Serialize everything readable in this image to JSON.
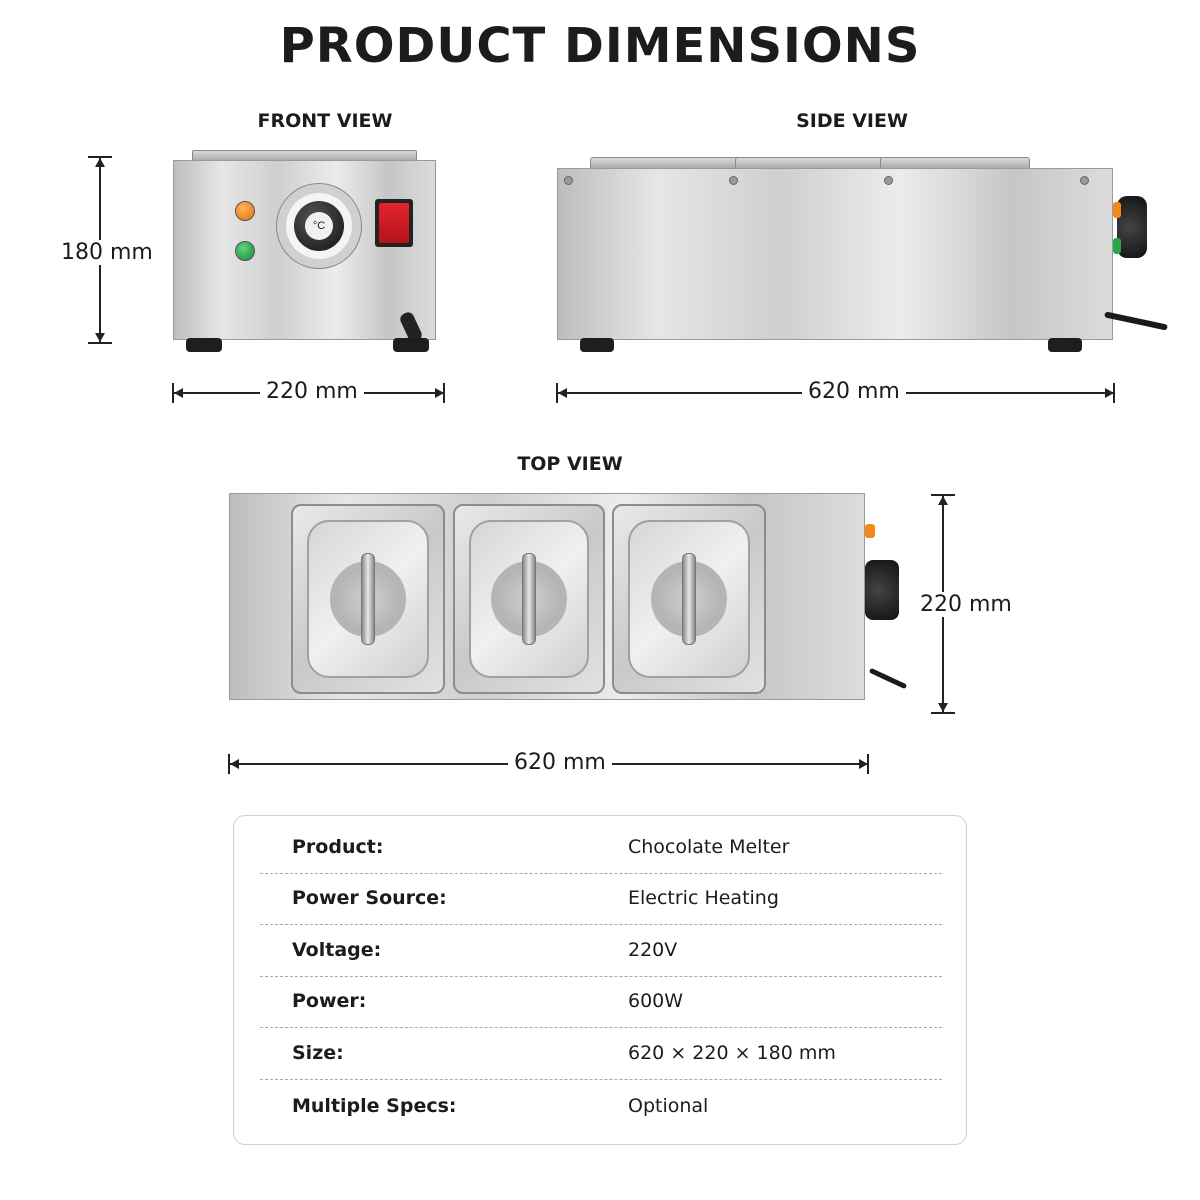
{
  "title": "PRODUCT DIMENSIONS",
  "views": {
    "front": {
      "label": "FRONT VIEW",
      "height": "180 mm",
      "width": "220 mm"
    },
    "side": {
      "label": "SIDE VIEW",
      "width": "620 mm"
    },
    "top": {
      "label": "TOP VIEW",
      "width": "620 mm",
      "depth": "220 mm"
    }
  },
  "dial_unit": "°C",
  "colors": {
    "lamp_orange": "#f08a1c",
    "lamp_green": "#26a84a",
    "switch_red": "#d51c24",
    "steel": "#d4d4d4"
  },
  "specs": [
    {
      "key": "Product:",
      "value": "Chocolate Melter"
    },
    {
      "key": "Power Source:",
      "value": "Electric Heating"
    },
    {
      "key": "Voltage:",
      "value": "220V"
    },
    {
      "key": "Power:",
      "value": "600W"
    },
    {
      "key": "Size:",
      "value": "620 × 220 × 180 mm"
    },
    {
      "key": "Multiple Specs:",
      "value": "Optional"
    }
  ]
}
